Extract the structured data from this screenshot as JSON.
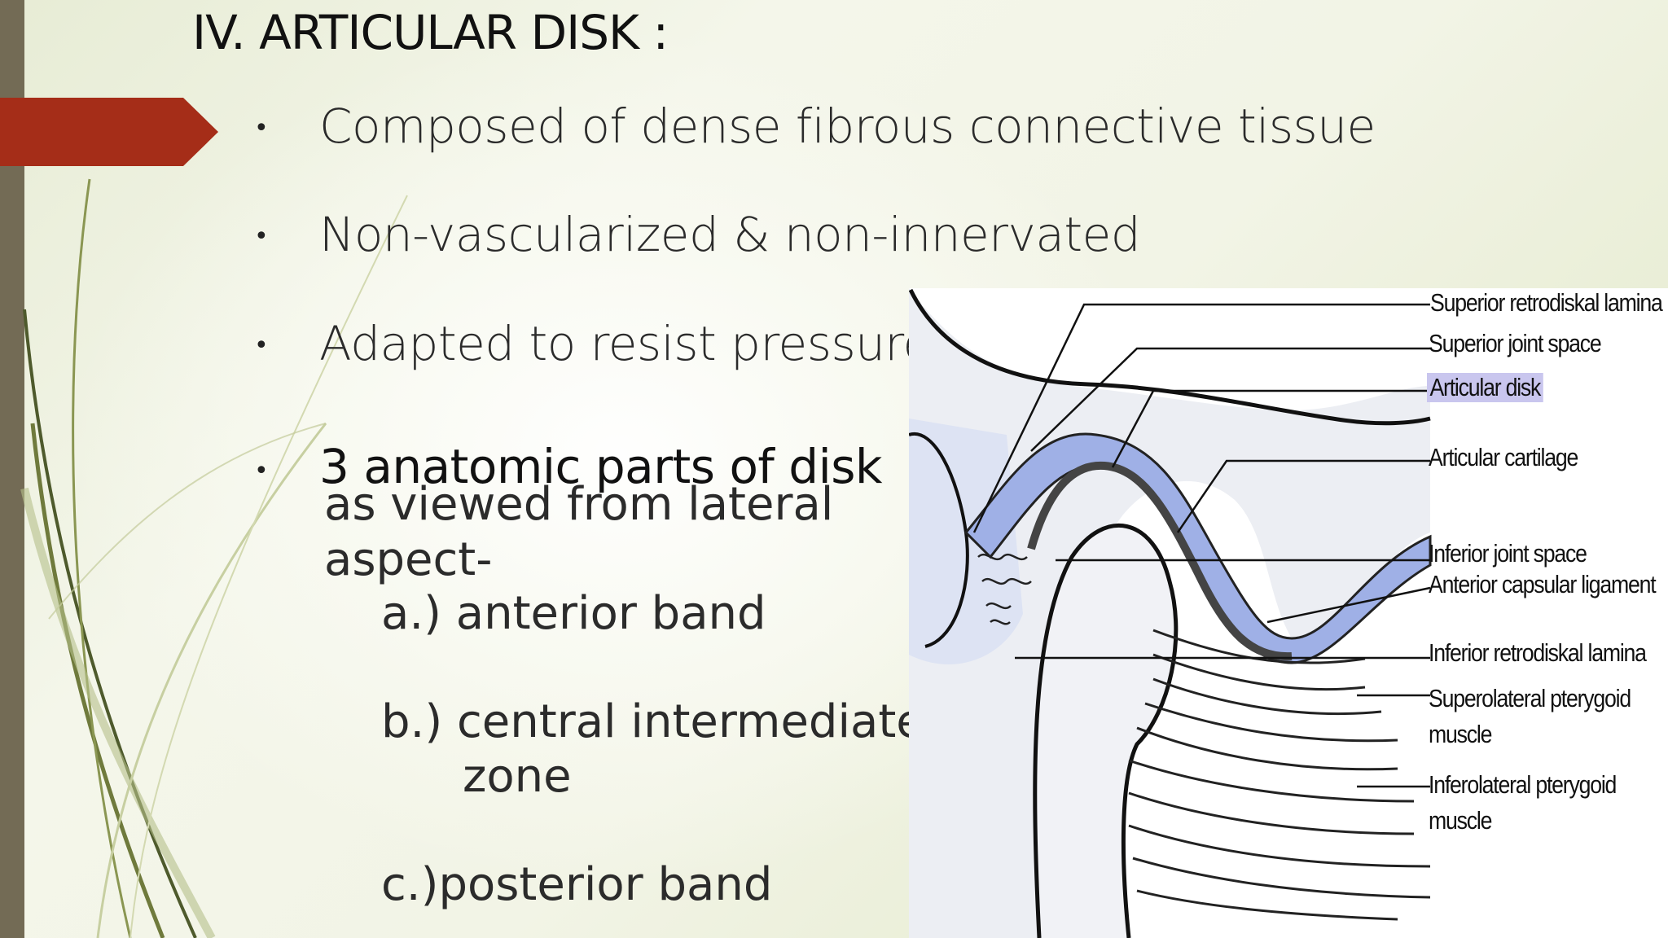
{
  "slide": {
    "title": "IV.  ARTICULAR DISK :",
    "bullets": [
      "Composed of dense fibrous connective tissue",
      "Non-vascularized & non-innervated",
      "Adapted to resist pressure",
      "3 anatomic parts of disk"
    ],
    "bullet_symbol": "•",
    "sub_lines": [
      "as viewed from lateral",
      "aspect-",
      "a.) anterior band",
      "b.) central intermediate",
      "zone",
      "c.)posterior band"
    ]
  },
  "diagram": {
    "labels": [
      "Superior retrodiskal lamina",
      "Superior joint space",
      "Articular disk",
      "Articular cartilage",
      "Inferior joint space",
      "Anterior capsular ligament",
      "Inferior retrodiskal lamina",
      "Superolateral pterygoid",
      "muscle",
      "Inferolateral pterygoid",
      "muscle"
    ]
  },
  "colors": {
    "accent_red": "#a52d18",
    "left_bar": "#736b55",
    "disk_blue": "#9fb0e6",
    "highlight": "#c9c6ee"
  }
}
